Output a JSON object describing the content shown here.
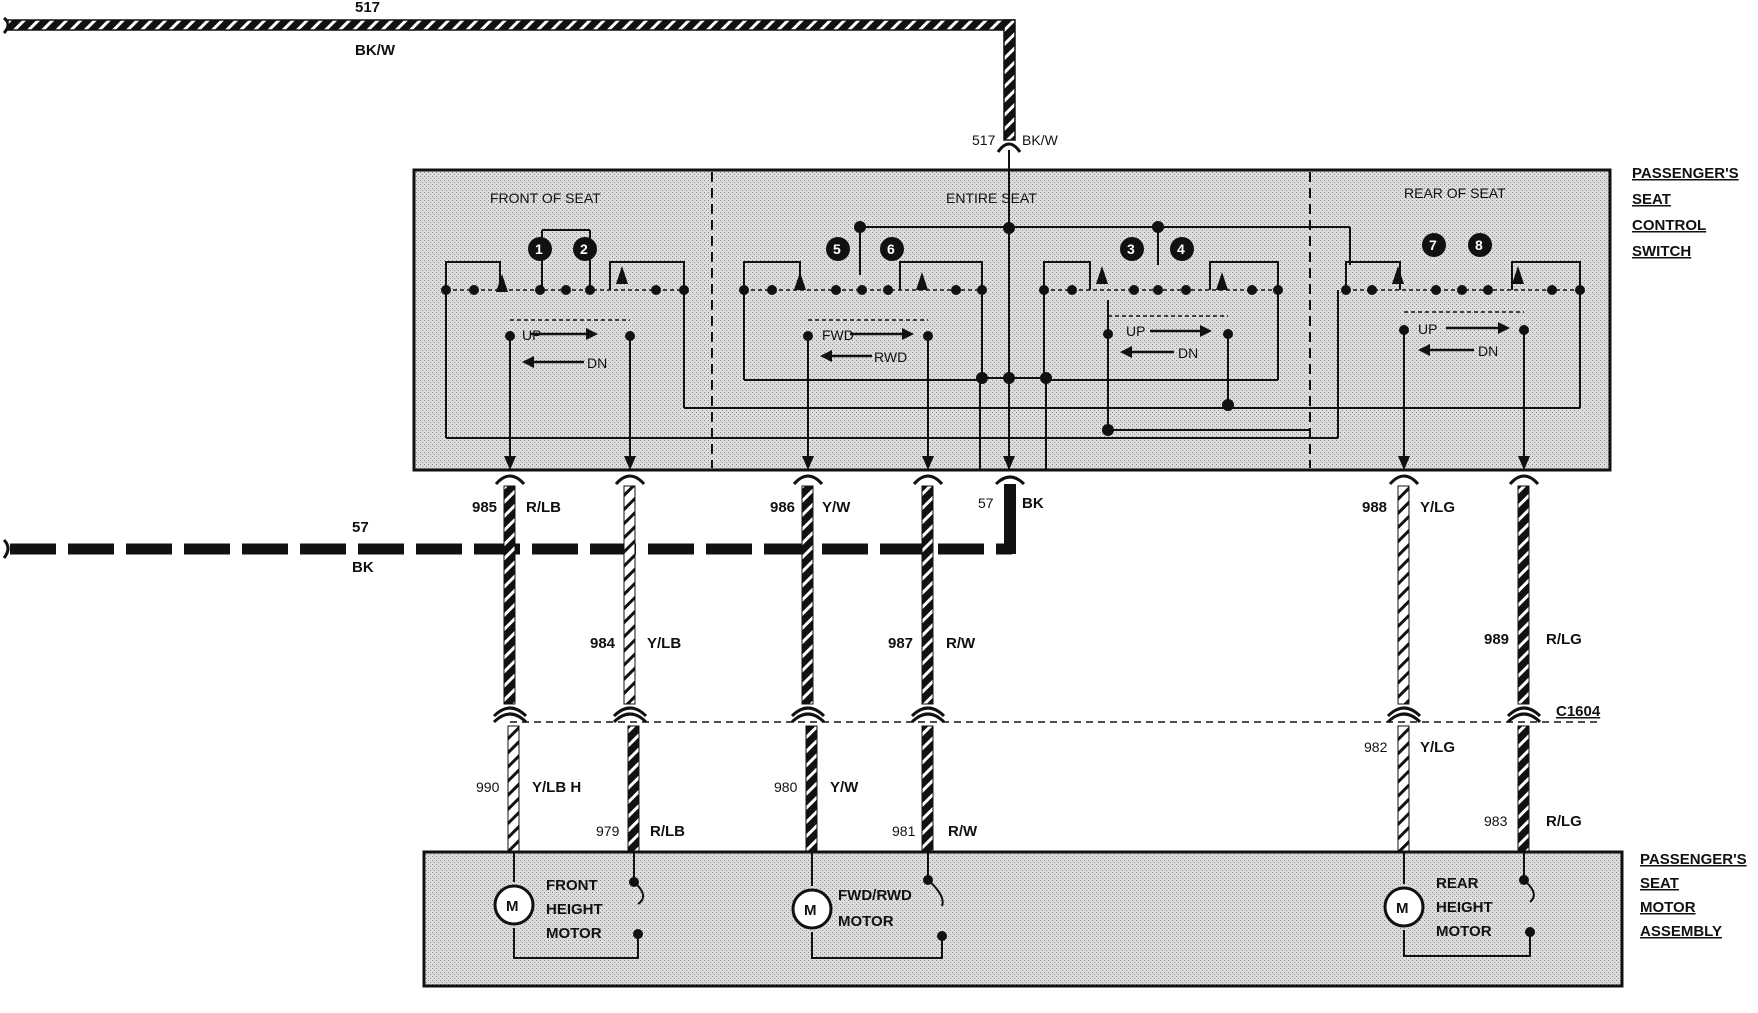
{
  "colors": {
    "ink": "#111111",
    "panel": "#d9d9d9",
    "paper": "#ffffff"
  },
  "top_bus": {
    "circuit": "517",
    "color": "BK/W"
  },
  "switch_feed": {
    "circuit": "517",
    "color": "BK/W"
  },
  "ground_bus": {
    "circuit": "57",
    "color": "BK"
  },
  "switch_ground": {
    "circuit": "57",
    "color": "BK"
  },
  "switch": {
    "title": [
      "PASSENGER'S",
      "SEAT",
      "CONTROL",
      "SWITCH"
    ],
    "sections": {
      "front": "FRONT OF SEAT",
      "entire": "ENTIRE SEAT",
      "rear": "REAR OF SEAT"
    },
    "contacts": [
      "1",
      "2",
      "5",
      "6",
      "3",
      "4",
      "7",
      "8"
    ],
    "arrows": {
      "front_up": "UP",
      "front_dn": "DN",
      "fwd": "FWD",
      "rwd": "RWD",
      "mid_up": "UP",
      "mid_dn": "DN",
      "rear_up": "UP",
      "rear_dn": "DN"
    }
  },
  "upper_wires": [
    {
      "circuit": "985",
      "color": "R/LB"
    },
    {
      "circuit": "984",
      "color": "Y/LB"
    },
    {
      "circuit": "986",
      "color": "Y/W"
    },
    {
      "circuit": "987",
      "color": "R/W"
    },
    {
      "circuit": "988",
      "color": "Y/LG"
    },
    {
      "circuit": "989",
      "color": "R/LG"
    }
  ],
  "connector": "C1604",
  "lower_wires": [
    {
      "circuit": "990",
      "color": "Y/LB H"
    },
    {
      "circuit": "979",
      "color": "R/LB"
    },
    {
      "circuit": "980",
      "color": "Y/W"
    },
    {
      "circuit": "981",
      "color": "R/W"
    },
    {
      "circuit": "982",
      "color": "Y/LG"
    },
    {
      "circuit": "983",
      "color": "R/LG"
    }
  ],
  "motor_assembly": {
    "title": [
      "PASSENGER'S",
      "SEAT",
      "MOTOR",
      "ASSEMBLY"
    ],
    "motor_symbol": "M",
    "motors": [
      {
        "lines": [
          "FRONT",
          "HEIGHT",
          "MOTOR"
        ]
      },
      {
        "lines": [
          "FWD/RWD",
          "MOTOR"
        ]
      },
      {
        "lines": [
          "REAR",
          "HEIGHT",
          "MOTOR"
        ]
      }
    ]
  }
}
